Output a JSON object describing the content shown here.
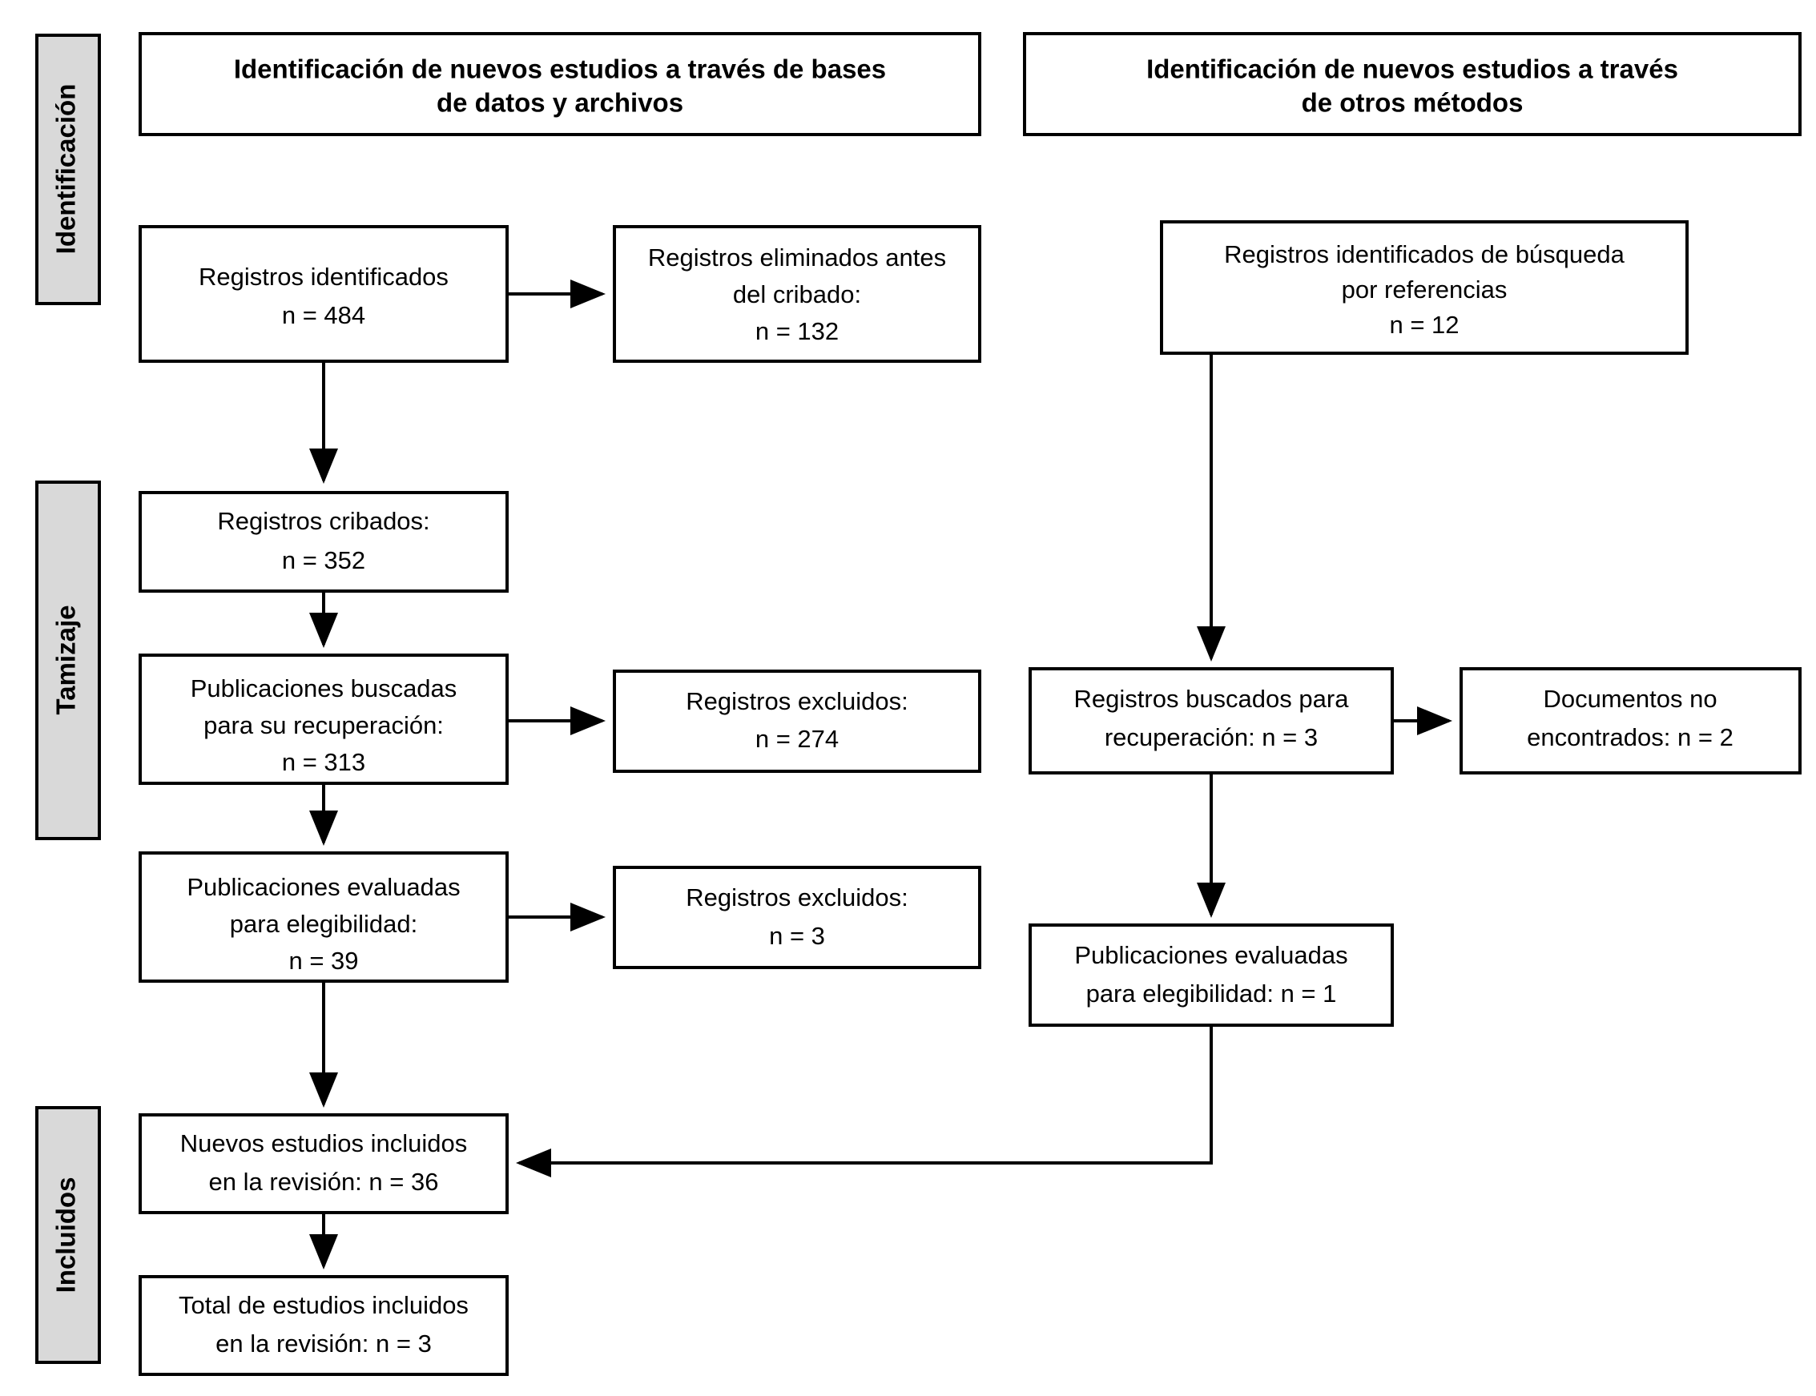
{
  "diagram": {
    "type": "prisma-flow-diagram",
    "language": "es",
    "stages": [
      {
        "id": "identificacion",
        "label": "Identificación"
      },
      {
        "id": "tamizaje",
        "label": "Tamizaje"
      },
      {
        "id": "incluidos",
        "label": "Incluidos"
      }
    ],
    "headers": [
      {
        "id": "header-databases",
        "line1": "Identificación de nuevos estudios a través de bases",
        "line2": "de datos y archivos"
      },
      {
        "id": "header-other-methods",
        "line1": "Identificación de nuevos estudios a través",
        "line2": "de otros métodos"
      }
    ],
    "boxes": [
      {
        "id": "records-identified",
        "lines": [
          "Registros identificados",
          "n = 484"
        ],
        "count": 484
      },
      {
        "id": "records-removed-before-screening",
        "lines": [
          "Registros eliminados antes",
          "del cribado:",
          "n = 132"
        ],
        "count": 132
      },
      {
        "id": "records-identified-citation-search",
        "lines": [
          "Registros identificados de búsqueda",
          "por referencias",
          "n = 12"
        ],
        "count": 12
      },
      {
        "id": "records-screened",
        "lines": [
          "Registros cribados:",
          "n = 352"
        ],
        "count": 352
      },
      {
        "id": "reports-sought-retrieval",
        "lines": [
          "Publicaciones buscadas",
          "para su recuperación:",
          "n = 313"
        ],
        "count": 313
      },
      {
        "id": "records-excluded-screening",
        "lines": [
          "Registros excluidos:",
          "n = 274"
        ],
        "count": 274
      },
      {
        "id": "reports-sought-retrieval-other",
        "lines": [
          "Registros buscados para",
          "recuperación: n = 3"
        ],
        "count": 3
      },
      {
        "id": "reports-not-retrieved-other",
        "lines": [
          "Documentos no",
          "encontrados: n = 2"
        ],
        "count": 2
      },
      {
        "id": "reports-assessed-eligibility",
        "lines": [
          "Publicaciones evaluadas",
          "para elegibilidad:",
          "n = 39"
        ],
        "count": 39
      },
      {
        "id": "records-excluded-eligibility",
        "lines": [
          "Registros excluidos:",
          "n = 3"
        ],
        "count": 3
      },
      {
        "id": "reports-assessed-eligibility-other",
        "lines": [
          "Publicaciones evaluadas",
          "para elegibilidad: n = 1"
        ],
        "count": 1
      },
      {
        "id": "new-studies-included",
        "lines": [
          "Nuevos estudios incluidos",
          "en la revisión: n = 36"
        ],
        "count": 36
      },
      {
        "id": "total-studies-included",
        "lines": [
          "Total de estudios incluidos",
          "en la revisión: n = 3"
        ],
        "count": 3
      }
    ],
    "colors": {
      "stage_fill": "#d9d9d9",
      "box_fill": "#ffffff",
      "stroke": "#000000",
      "background": "#ffffff"
    }
  }
}
